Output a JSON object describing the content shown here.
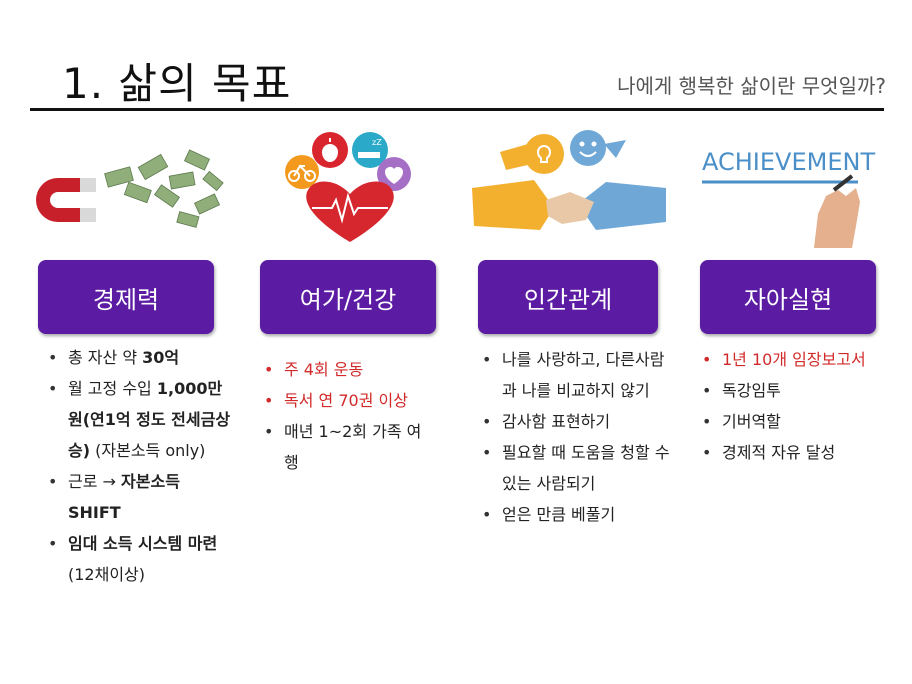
{
  "slide": {
    "title": "1. 삶의 목표",
    "subtitle": "나에게 행복한 삶이란 무엇일까?"
  },
  "columns": [
    {
      "header": "경제력",
      "bullets": [
        {
          "parts": [
            {
              "t": "총 자산 약 ",
              "b": false
            },
            {
              "t": "30억",
              "b": true
            }
          ]
        },
        {
          "parts": [
            {
              "t": "월 고정 수입 ",
              "b": false
            },
            {
              "t": "1,000만원(연1억 정도 전세금상승)",
              "b": true
            },
            {
              "t": " (자본소득 only)",
              "b": false
            }
          ]
        },
        {
          "parts": [
            {
              "t": "근로 → ",
              "b": false
            },
            {
              "t": "자본소득 SHIFT",
              "b": true
            }
          ]
        },
        {
          "parts": [
            {
              "t": "임대 소득 시스템 마련",
              "b": true
            },
            {
              "t": " (12채이상)",
              "b": false
            }
          ]
        }
      ]
    },
    {
      "header": "여가/건강",
      "bullets": [
        "주 4회 운동",
        "독서 연 70권 이상",
        "매년 1~2회 가족 여행"
      ]
    },
    {
      "header": "인간관계",
      "bullets": [
        "나를 사랑하고, 다른사람과 나를 비교하지 않기",
        "감사함 표현하기",
        "필요할 때 도움을 청할 수 있는 사람되기",
        "얻은 만큼 베풀기"
      ]
    },
    {
      "header": "자아실현",
      "banner": "ACHIEVEMENT",
      "bullets": [
        "1년 10개 임장보고서",
        "독강임투",
        "기버역할",
        "경제적 자유 달성"
      ]
    }
  ],
  "colors": {
    "header_bg": "#5c1ba3",
    "highlight_red": "#d22a2a",
    "heart_red": "#d6262e"
  },
  "icons": [
    "magnet-money-icon",
    "health-icons-cluster",
    "handshake-ideas-icon",
    "achievement-hand-icon"
  ]
}
